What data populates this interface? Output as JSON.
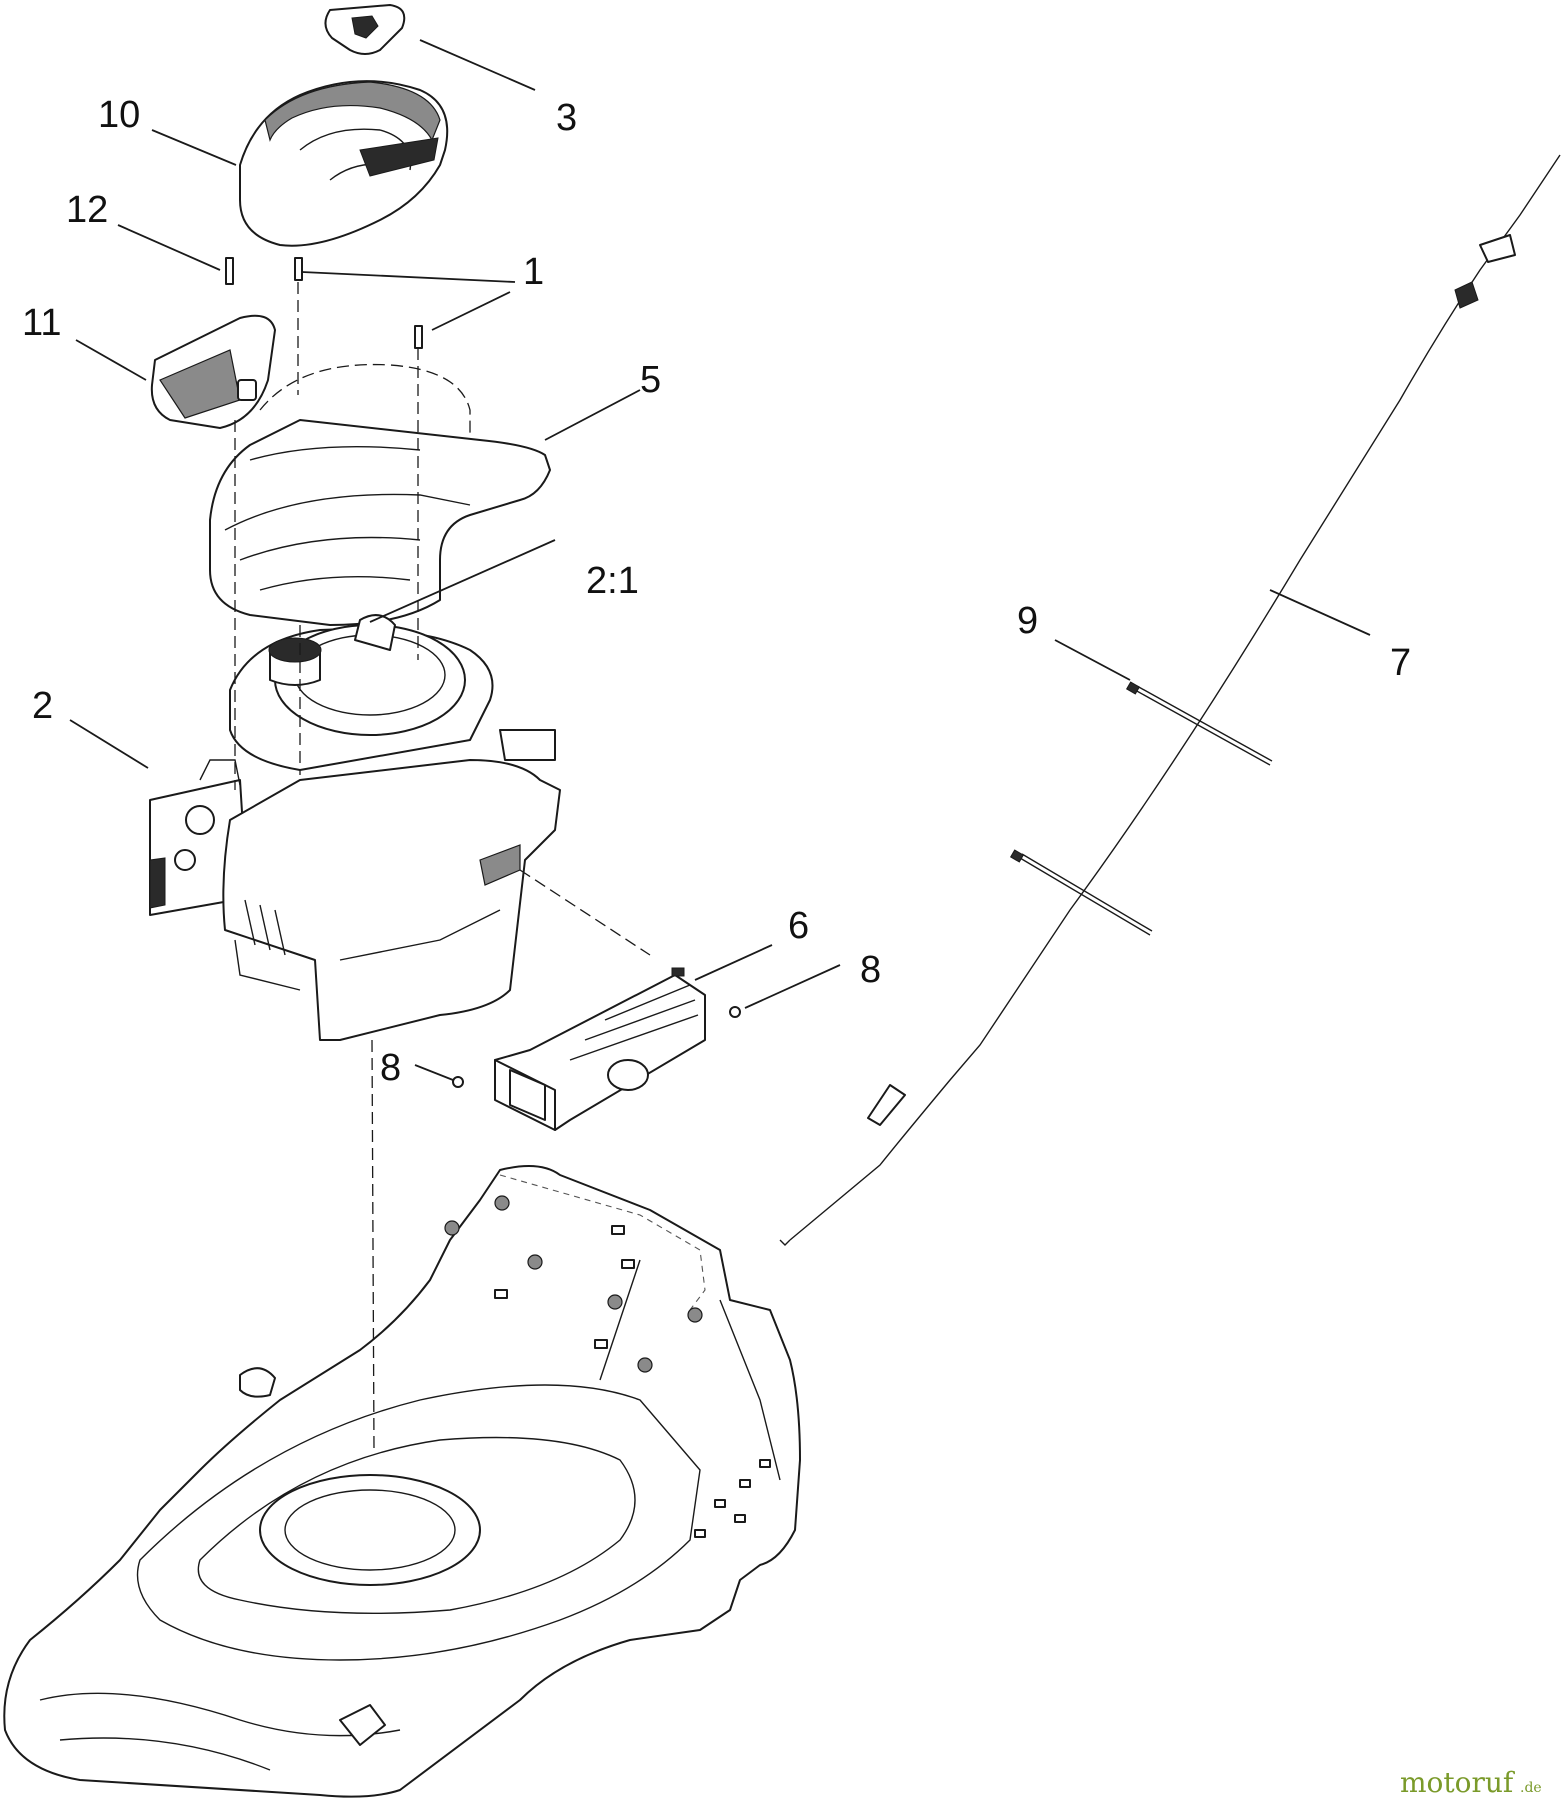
{
  "callouts": {
    "c10": "10",
    "c3": "3",
    "c12": "12",
    "c1": "1",
    "c11": "11",
    "c5": "5",
    "c2_1": "2:1",
    "c9": "9",
    "c7": "7",
    "c2": "2",
    "c6": "6",
    "c8a": "8",
    "c8b": "8"
  },
  "watermark": {
    "brand": "motoruf",
    "suffix": ".de"
  },
  "colors": {
    "line": "#1a1a1a",
    "watermark": "#7a9a2a"
  }
}
